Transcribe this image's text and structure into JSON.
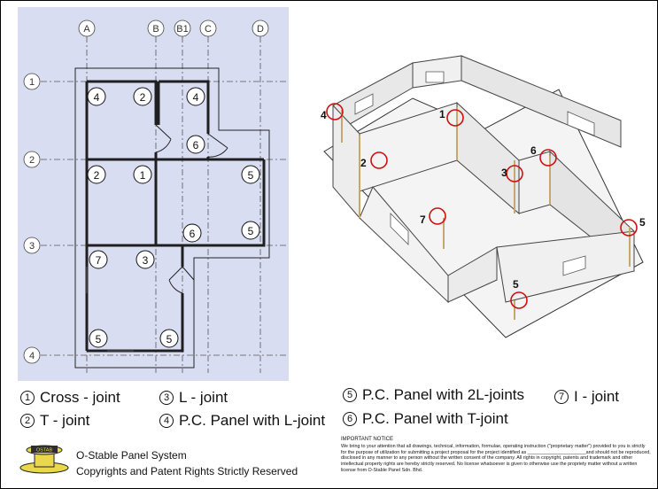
{
  "grid": {
    "columns": [
      "A",
      "B",
      "B1",
      "C",
      "D"
    ],
    "rows": [
      "1",
      "2",
      "3",
      "4"
    ]
  },
  "plan_markers": [
    "4",
    "2",
    "4",
    "6",
    "2",
    "1",
    "5",
    "5",
    "6",
    "7",
    "3",
    "5",
    "5"
  ],
  "iso_labels": [
    "4",
    "1",
    "2",
    "6",
    "3",
    "7",
    "5",
    "5"
  ],
  "legend": [
    {
      "num": "1",
      "label": "Cross - joint"
    },
    {
      "num": "2",
      "label": "T - joint"
    },
    {
      "num": "3",
      "label": "L - joint"
    },
    {
      "num": "4",
      "label": "P.C. Panel with L-joint"
    },
    {
      "num": "5",
      "label": "P.C. Panel with 2L-joints"
    },
    {
      "num": "6",
      "label": "P.C. Panel with T-joint"
    },
    {
      "num": "7",
      "label": "I - joint"
    }
  ],
  "company": {
    "logo_text": "OSTAB",
    "name": "O-Stable Panel System",
    "rights": "Copyrights and Patent Rights Strictly Reserved"
  },
  "notice": {
    "title": "IMPORTANT NOTICE",
    "body": "We bring to your attention that all drawings, technical, information, formulae, operating instruction (\"proprietary matter\") provided to you is strictly for the purpose of utilization for submitting a project proposal for the project identified as ______________________and should not be reproduced, disclosed in any manner to any person without the written consent of the company. All rights in copyright, patents and trademark and other intellectual property rights are hereby strictly reserved. No license whatsoever is given to otherwise use the propriety matter without a written license from O-Stable Panel Sdn. Bhd."
  },
  "colors": {
    "plan_background": "#d9ddf2",
    "marker_ring": "#cc1111",
    "wall_face": "#efefef",
    "wall_top": "#e2e2e2"
  }
}
